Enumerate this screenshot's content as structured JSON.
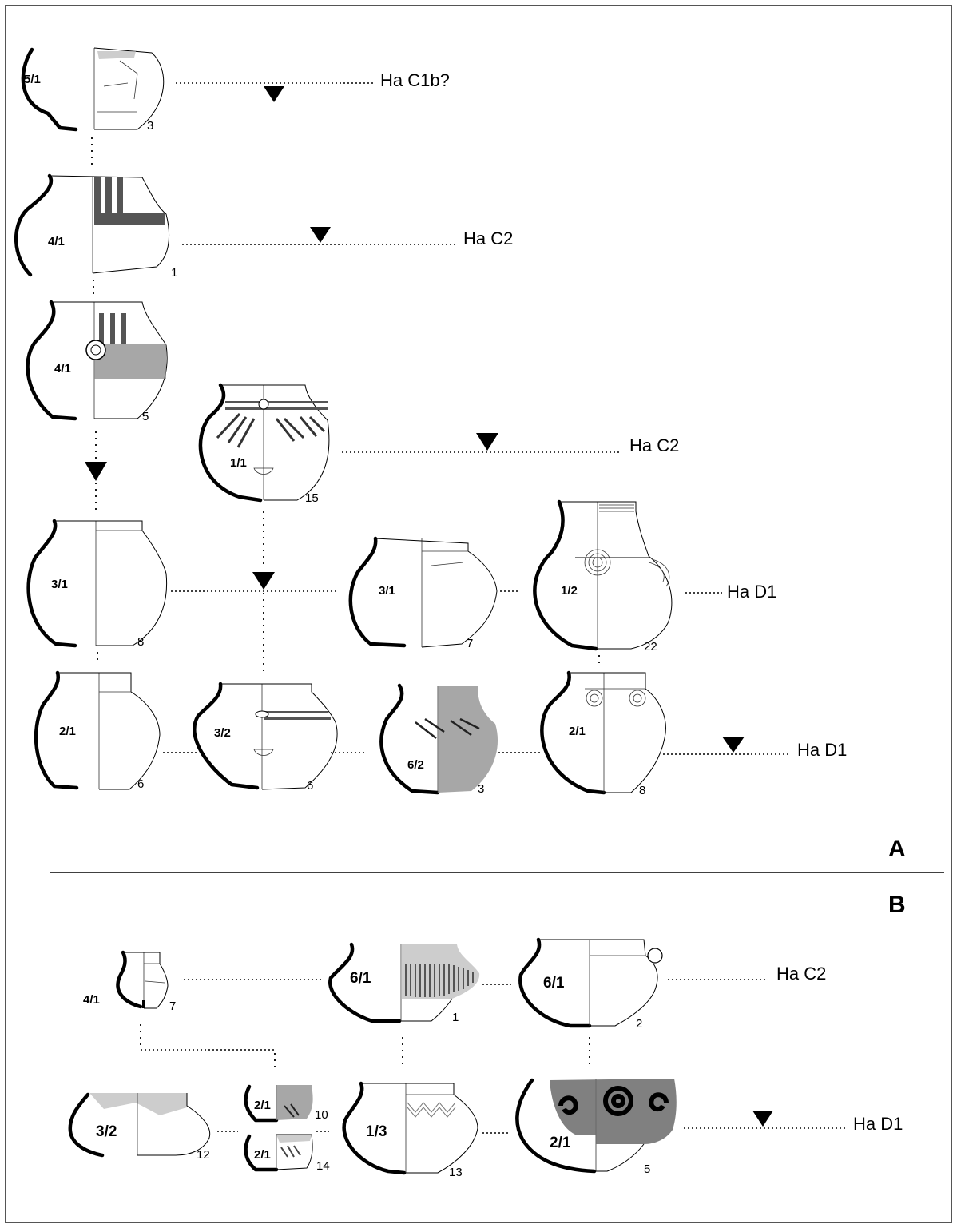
{
  "panels": {
    "a": "A",
    "b": "B"
  },
  "vessels_a": [
    {
      "code": "5/1",
      "num": "3"
    },
    {
      "code": "4/1",
      "num": "1"
    },
    {
      "code": "4/1",
      "num": "5"
    },
    {
      "code": "1/1",
      "num": "15"
    },
    {
      "code": "3/1",
      "num": "8"
    },
    {
      "code": "3/1",
      "num": "7"
    },
    {
      "code": "1/2",
      "num": "22"
    },
    {
      "code": "2/1",
      "num": "6"
    },
    {
      "code": "3/2",
      "num": "6"
    },
    {
      "code": "6/2",
      "num": "3"
    },
    {
      "code": "2/1",
      "num": "8"
    }
  ],
  "vessels_b": [
    {
      "code": "4/1",
      "num": "7"
    },
    {
      "code": "6/1",
      "num": "1"
    },
    {
      "code": "6/1",
      "num": "2"
    },
    {
      "code": "3/2",
      "num": "12"
    },
    {
      "code": "2/1",
      "num": "10"
    },
    {
      "code": "2/1",
      "num": "14"
    },
    {
      "code": "1/3",
      "num": "13"
    },
    {
      "code": "2/1",
      "num": "5"
    }
  ],
  "phases_a": [
    "Ha C1b?",
    "Ha C2",
    "Ha C2",
    "Ha D1",
    "Ha D1"
  ],
  "phases_b": [
    "Ha C2",
    "Ha D1"
  ],
  "colors": {
    "ink": "#000000",
    "tone": "#8a8a8a",
    "frame": "#555555"
  }
}
